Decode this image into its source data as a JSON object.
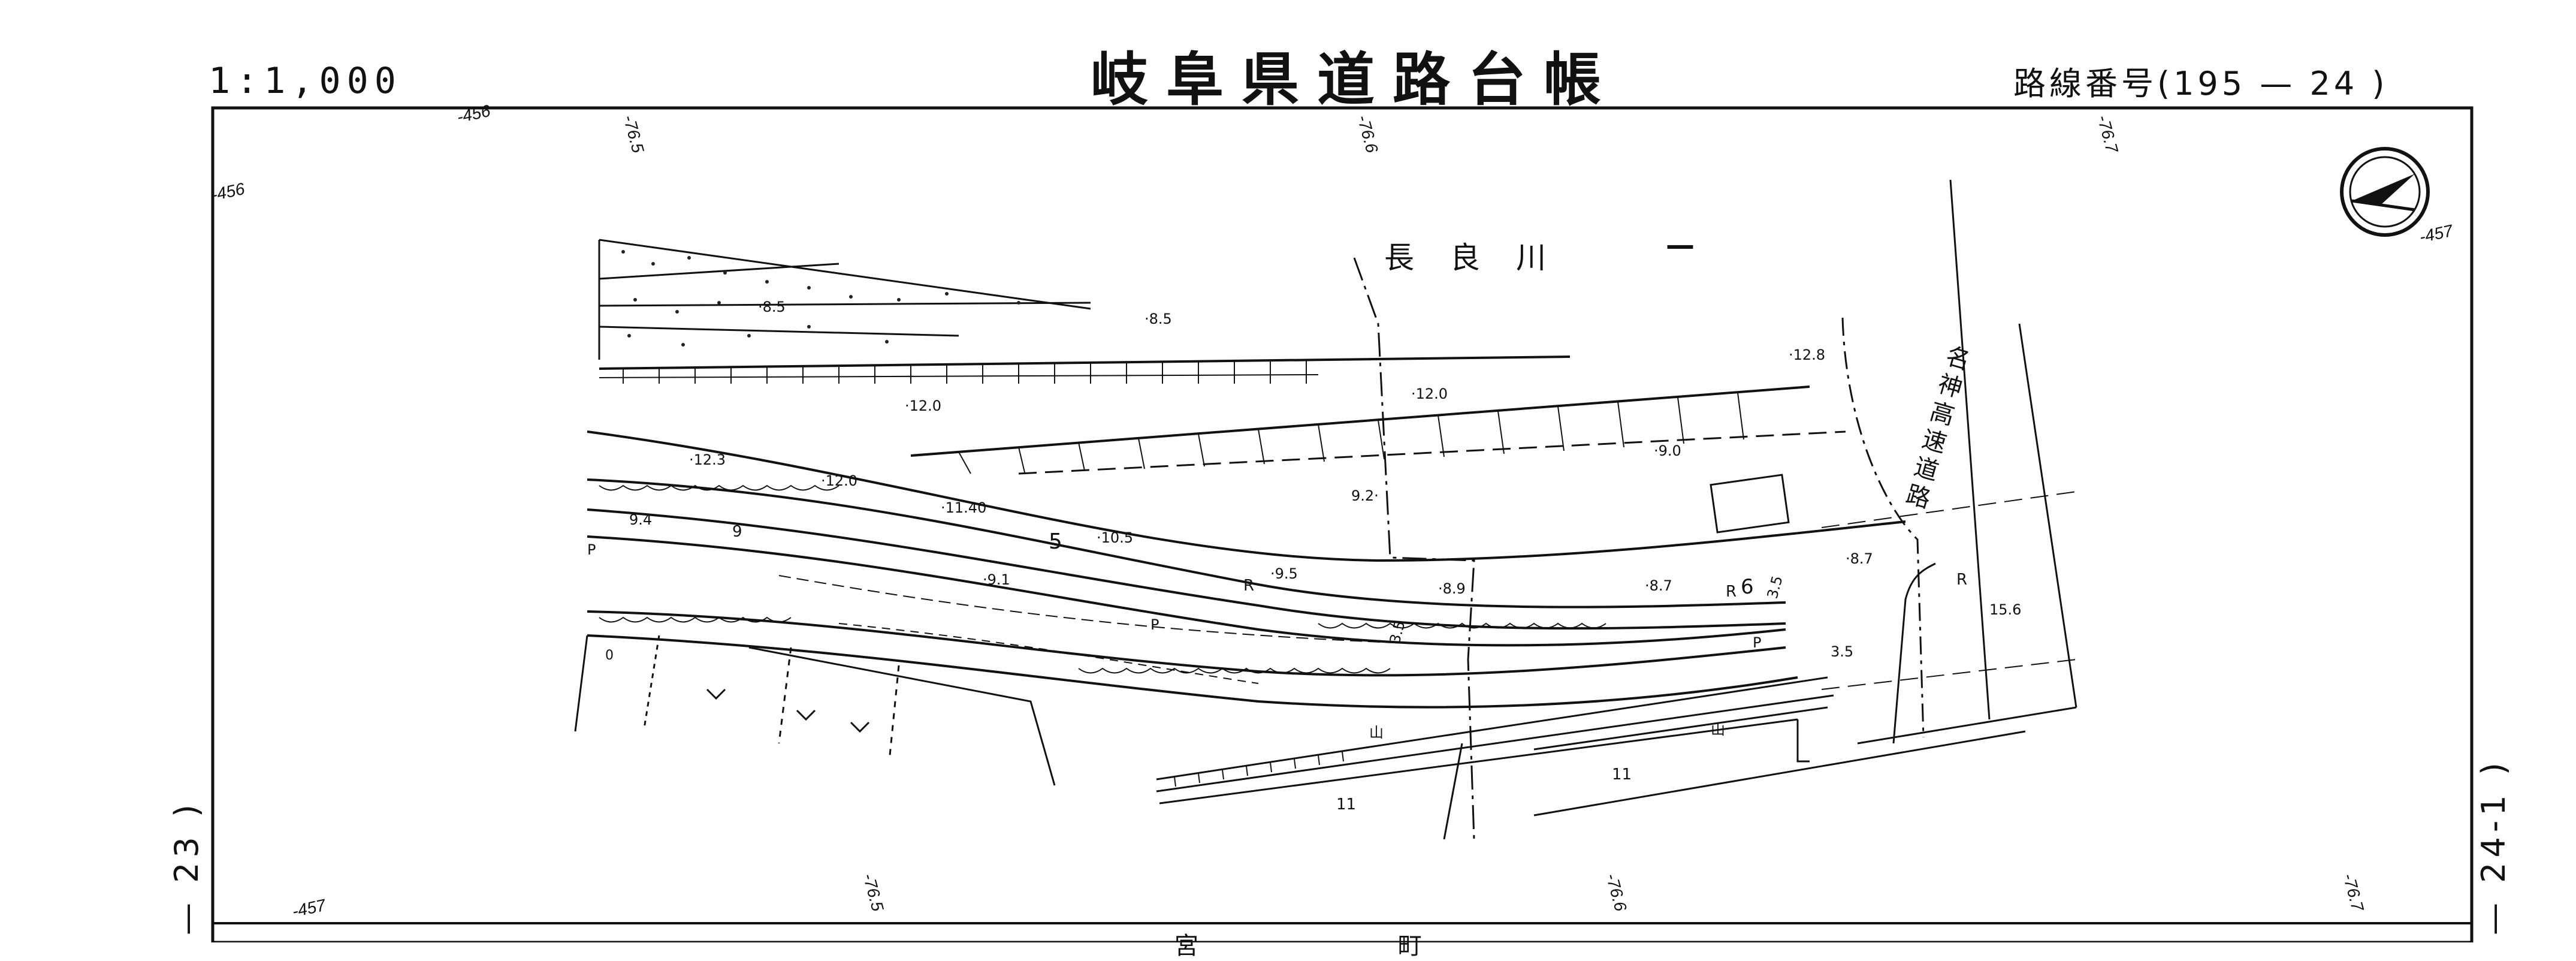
{
  "header": {
    "scale": "1:1,000",
    "title": "岐阜県道路台帳",
    "route_number": "路線番号(195 — 24 )"
  },
  "side_labels": {
    "left_page": "— 23 )",
    "right_page": "— 24-1 )"
  },
  "map_labels": {
    "river": "長良川",
    "highway": "名神高速道路",
    "bottom_partial": "宮 町"
  },
  "grid_labels": {
    "top": [
      "-456",
      "-76.5",
      "-76.6",
      "-76.7"
    ],
    "left": [
      "-456"
    ],
    "right": [
      "-457"
    ],
    "bottom": [
      "-457",
      "-76.5",
      "-76.6",
      "-76.7"
    ]
  },
  "elevations": [
    "8.5",
    "8.5",
    "12.8",
    "12.0",
    "12.0",
    "9.0",
    "12.3",
    "12.0",
    "11.40",
    "10.5",
    "9.2",
    "9.4",
    "9.5",
    "8.9",
    "8.7",
    "8.7",
    "15.6",
    "9.1",
    "3.5",
    "3.5",
    "3.5"
  ],
  "symbols": {
    "road_number": "5",
    "road_number_2": "6",
    "ramp_letter": "R",
    "ramp_letter_2": "R",
    "ramp_letter_3": "R",
    "parking": "P",
    "parking_2": "P",
    "parking_3": "P",
    "misc_1": "9",
    "misc_2": "0",
    "field_mark": "11",
    "field_mark_2": "11",
    "field_mark_3": "山",
    "field_mark_4": "山"
  },
  "colors": {
    "ink": "#111111",
    "paper": "#ffffff"
  }
}
